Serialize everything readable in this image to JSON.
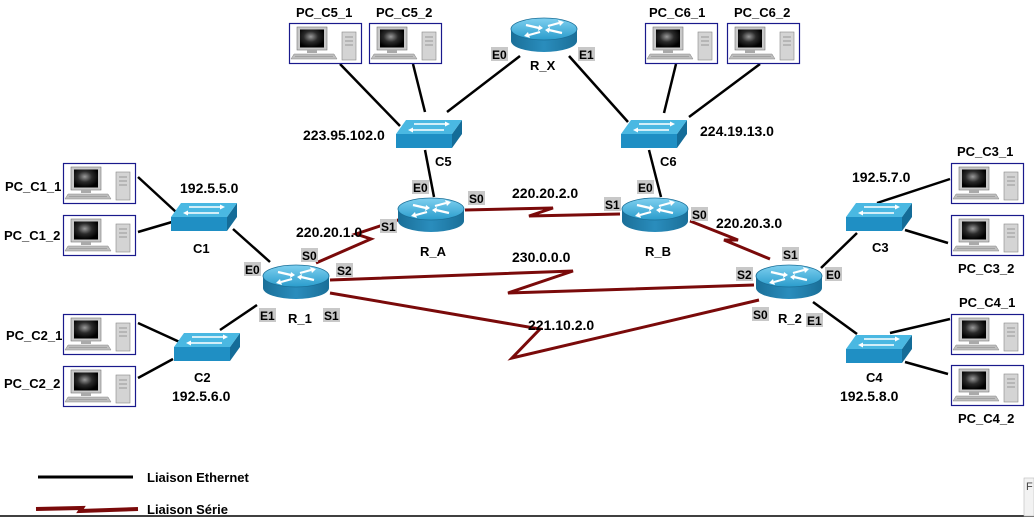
{
  "colors": {
    "ethernet": "#000000",
    "serial": "#7a0a0a",
    "device": "#2a9ccc",
    "pc_border": "#1a1a8c",
    "iface_bg": "#c8c8c8"
  },
  "routers": [
    {
      "id": "R_X",
      "label": "R_X"
    },
    {
      "id": "R_A",
      "label": "R_A"
    },
    {
      "id": "R_B",
      "label": "R_B"
    },
    {
      "id": "R_1",
      "label": "R_1"
    },
    {
      "id": "R_2",
      "label": "R_2"
    }
  ],
  "switches": [
    {
      "id": "C1",
      "label": "C1",
      "network": "192.5.5.0"
    },
    {
      "id": "C2",
      "label": "C2",
      "network": "192.5.6.0"
    },
    {
      "id": "C3",
      "label": "C3",
      "network": "192.5.7.0"
    },
    {
      "id": "C4",
      "label": "C4",
      "network": "192.5.8.0"
    },
    {
      "id": "C5",
      "label": "C5",
      "network": "223.95.102.0"
    },
    {
      "id": "C6",
      "label": "C6",
      "network": "224.19.13.0"
    }
  ],
  "pcs": [
    {
      "id": "PC_C1_1",
      "label": "PC_C1_1",
      "switch": "C1"
    },
    {
      "id": "PC_C1_2",
      "label": "PC_C1_2",
      "switch": "C1"
    },
    {
      "id": "PC_C2_1",
      "label": "PC_C2_1",
      "switch": "C2"
    },
    {
      "id": "PC_C2_2",
      "label": "PC_C2_2",
      "switch": "C2"
    },
    {
      "id": "PC_C3_1",
      "label": "PC_C3_1",
      "switch": "C3"
    },
    {
      "id": "PC_C3_2",
      "label": "PC_C3_2",
      "switch": "C3"
    },
    {
      "id": "PC_C4_1",
      "label": "PC_C4_1",
      "switch": "C4"
    },
    {
      "id": "PC_C4_2",
      "label": "PC_C4_2",
      "switch": "C4"
    },
    {
      "id": "PC_C5_1",
      "label": "PC_C5_1",
      "switch": "C5"
    },
    {
      "id": "PC_C5_2",
      "label": "PC_C5_2",
      "switch": "C5"
    },
    {
      "id": "PC_C6_1",
      "label": "PC_C6_1",
      "switch": "C6"
    },
    {
      "id": "PC_C6_2",
      "label": "PC_C6_2",
      "switch": "C6"
    }
  ],
  "serial_links": [
    {
      "from": "R_1",
      "from_if": "S0",
      "to": "R_A",
      "to_if": "S1",
      "network": "220.20.1.0"
    },
    {
      "from": "R_A",
      "from_if": "S0",
      "to": "R_B",
      "to_if": "S1",
      "network": "220.20.2.0"
    },
    {
      "from": "R_B",
      "from_if": "S0",
      "to": "R_2",
      "to_if": "S1",
      "network": "220.20.3.0"
    },
    {
      "from": "R_1",
      "from_if": "S2",
      "to": "R_2",
      "to_if": "S2",
      "network": "230.0.0.0"
    },
    {
      "from": "R_1",
      "from_if": "S1",
      "to": "R_2",
      "to_if": "S0",
      "network": "221.10.2.0"
    }
  ],
  "ethernet_links": [
    {
      "from": "R_X",
      "from_if": "E0",
      "to": "C5"
    },
    {
      "from": "R_X",
      "from_if": "E1",
      "to": "C6"
    },
    {
      "from": "R_A",
      "from_if": "E0",
      "to": "C5"
    },
    {
      "from": "R_B",
      "from_if": "E0",
      "to": "C6"
    },
    {
      "from": "R_1",
      "from_if": "E0",
      "to": "C1"
    },
    {
      "from": "R_1",
      "from_if": "E1",
      "to": "C2"
    },
    {
      "from": "R_2",
      "from_if": "E0",
      "to": "C3"
    },
    {
      "from": "R_2",
      "from_if": "E1",
      "to": "C4"
    }
  ],
  "interfaces": {
    "rx_e0": "E0",
    "rx_e1": "E1",
    "ra_e0": "E0",
    "ra_s0": "S0",
    "ra_s1": "S1",
    "rb_e0": "E0",
    "rb_s0": "S0",
    "rb_s1": "S1",
    "r1_e0": "E0",
    "r1_e1": "E1",
    "r1_s0": "S0",
    "r1_s1": "S1",
    "r1_s2": "S2",
    "r2_e0": "E0",
    "r2_e1": "E1",
    "r2_s0": "S0",
    "r2_s1": "S1",
    "r2_s2": "S2"
  },
  "legend": {
    "ethernet": "Liaison Ethernet",
    "serial": "Liaison Série"
  },
  "corner_fragment": "F"
}
